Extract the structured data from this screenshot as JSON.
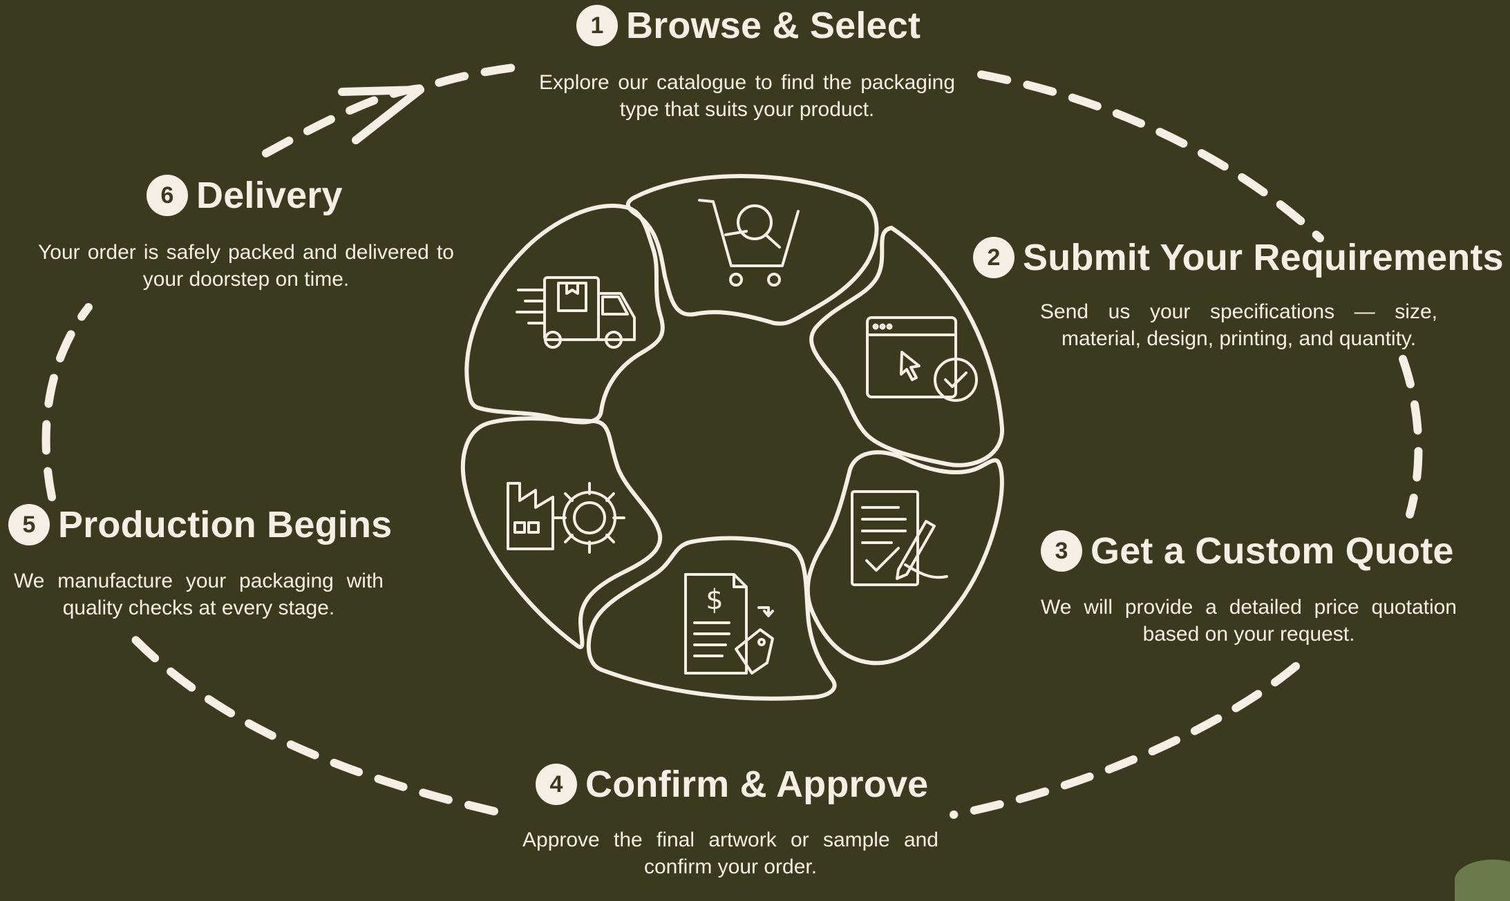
{
  "colors": {
    "background": "#3a3b1e",
    "foreground": "#f4efe4",
    "accent": "#6a7a4a"
  },
  "steps": [
    {
      "number": "1",
      "title": "Browse & Select",
      "description": "Explore our catalogue to find the packaging type that suits your product.",
      "icon": "shopping-cart-search-icon"
    },
    {
      "number": "2",
      "title": "Submit Your Requirements",
      "description": "Send us your specifications — size, material, design, printing, and quantity.",
      "icon": "browser-click-check-icon"
    },
    {
      "number": "3",
      "title": "Get a Custom Quote",
      "description": "We will provide a detailed price quotation based on your request.",
      "icon": "document-sign-icon"
    },
    {
      "number": "4",
      "title": "Confirm & Approve",
      "description": "Approve the final artwork or sample and confirm your order.",
      "icon": "invoice-price-tag-icon"
    },
    {
      "number": "5",
      "title": "Production Begins",
      "description": "We manufacture your packaging with quality checks at every stage.",
      "icon": "factory-gear-icon"
    },
    {
      "number": "6",
      "title": "Delivery",
      "description": "Your order is safely packed and delivered to your doorstep on time.",
      "icon": "delivery-truck-icon"
    }
  ]
}
